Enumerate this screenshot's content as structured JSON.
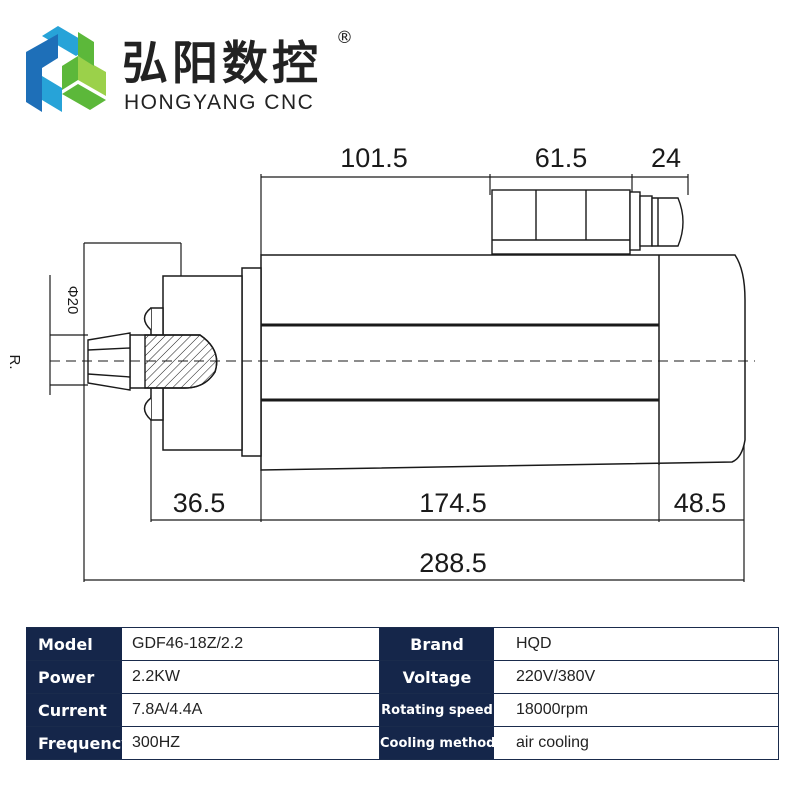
{
  "brand": {
    "name_cn": "弘阳数控",
    "registered_mark": "®",
    "name_en": "HONGYANG CNC",
    "colors": {
      "blue": "#1e6fb8",
      "green": "#5cb83a",
      "cyan": "#27a3d8",
      "lightgreen": "#9bd14a"
    }
  },
  "drawing": {
    "dimensions": {
      "top_left": "101.5",
      "top_mid": "61.5",
      "top_right": "24",
      "diameter": "Φ20",
      "er": "R.",
      "bottom_left": "36.5",
      "bottom_mid": "174.5",
      "bottom_right": "48.5",
      "overall": "288.5"
    }
  },
  "specs": {
    "rows": [
      {
        "k1": "Model",
        "v1": "GDF46-18Z/2.2",
        "k2": "Brand",
        "v2": "HQD"
      },
      {
        "k1": "Power",
        "v1": "2.2KW",
        "k2": "Voltage",
        "v2": "220V/380V"
      },
      {
        "k1": "Current",
        "v1": "7.8A/4.4A",
        "k2": "Rotating speed",
        "v2": "18000rpm"
      },
      {
        "k1": "Frequency",
        "v1": "300HZ",
        "k2": "Cooling method",
        "v2": "air cooling"
      }
    ],
    "header_color": "#15264a"
  }
}
